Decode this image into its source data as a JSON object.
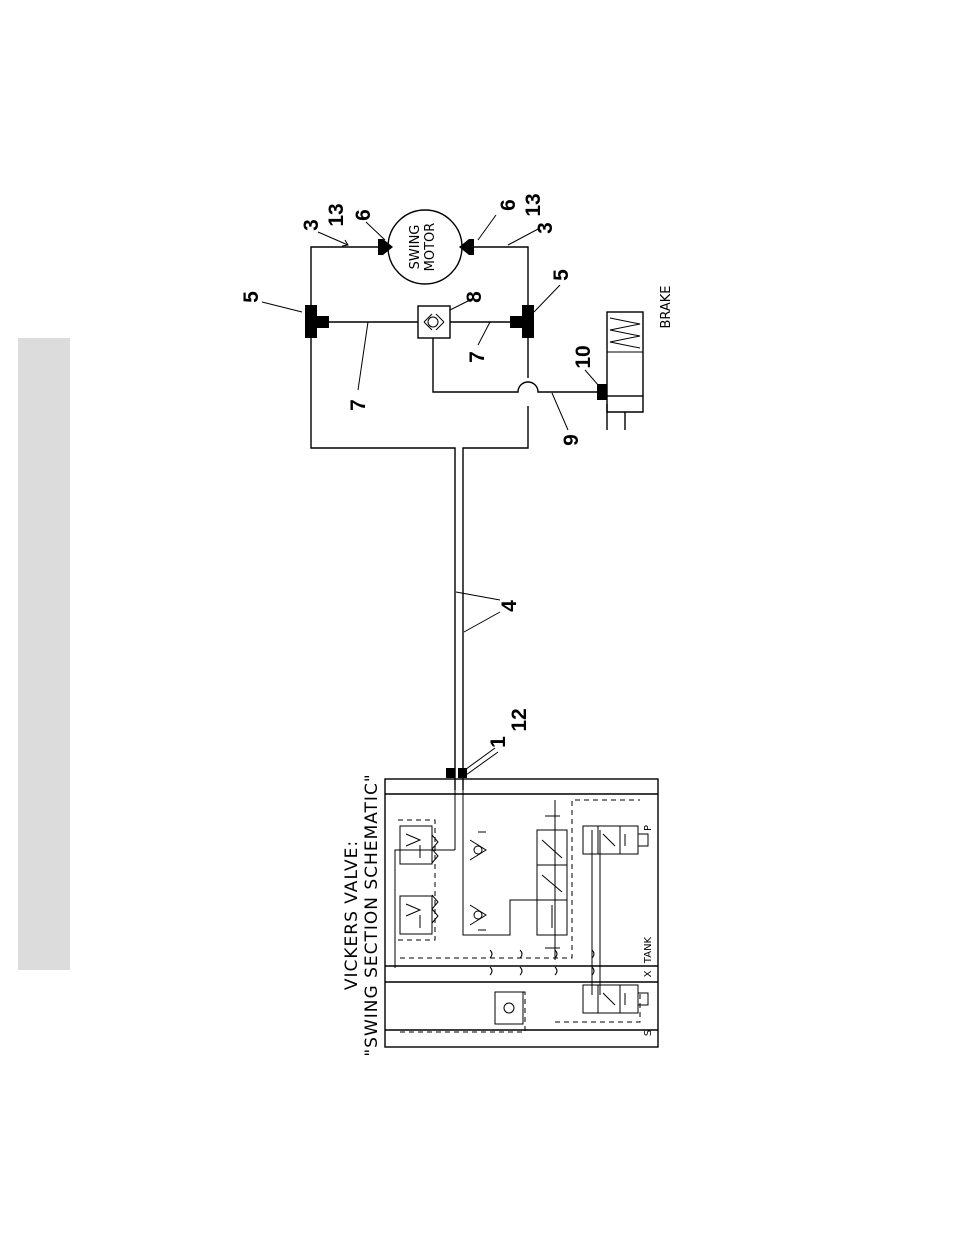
{
  "labels": {
    "swing_motor_line1": "SWING",
    "swing_motor_line2": "MOTOR",
    "brake": "BRAKE",
    "valve_title_line1": "VICKERS VALVE:",
    "valve_title_line2": "\"SWING SECTION SCHEMATIC\"",
    "port_p": "P",
    "port_x": "X",
    "port_tank": "TANK",
    "port_s": "S"
  },
  "callouts": {
    "c1": "1",
    "c3_left": "3",
    "c3_right": "3",
    "c4": "4",
    "c5_left": "5",
    "c5_right": "5",
    "c6_left": "6",
    "c6_right": "6",
    "c7_left": "7",
    "c7_right": "7",
    "c8": "8",
    "c9": "9",
    "c10": "10",
    "c12": "12",
    "c13_left": "13",
    "c13_right": "13"
  }
}
